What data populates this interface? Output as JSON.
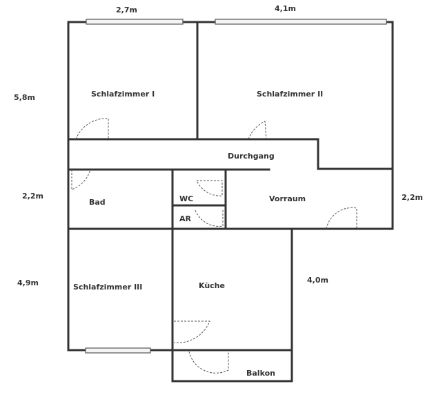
{
  "dimensions": {
    "top_left": "2,7m",
    "top_right": "4,1m",
    "left_upper": "5,8m",
    "left_middle": "2,2m",
    "left_lower": "4,9m",
    "right_middle": "2,2m",
    "right_lower": "4,0m"
  },
  "rooms": {
    "schlafzimmer_1": "Schlafzimmer I",
    "schlafzimmer_2": "Schlafzimmer II",
    "durchgang": "Durchgang",
    "bad": "Bad",
    "wc": "WC",
    "ar": "AR",
    "vorraum": "Vorraum",
    "schlafzimmer_3": "Schlafzimmer III",
    "kueche": "Küche",
    "balkon": "Balkon"
  }
}
